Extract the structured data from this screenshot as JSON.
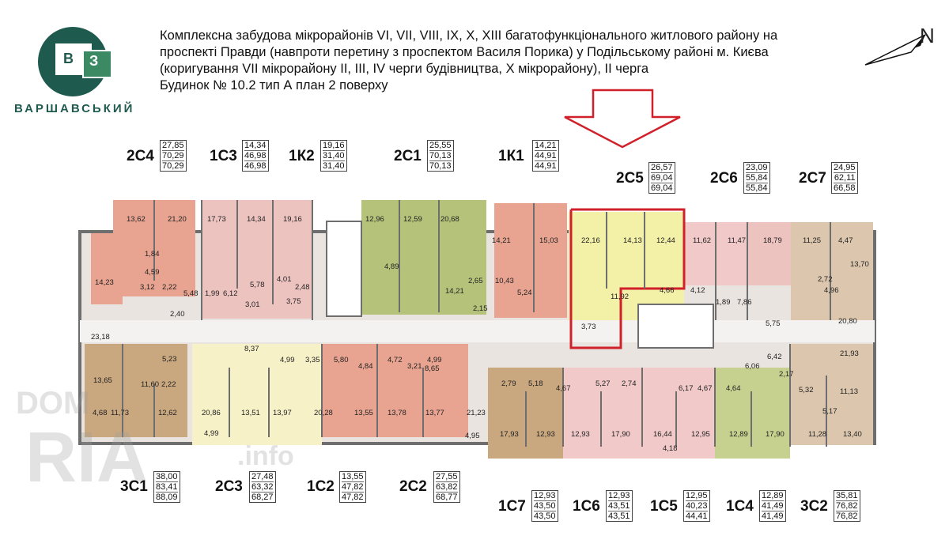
{
  "logo": {
    "initials_1": "В",
    "initials_2": "З",
    "name": "ВАРШАВСЬКИЙ"
  },
  "title_lines": [
    "Комплексна забудова мікрорайонів VI, VII, VIII, IX, X, XIII багатофункціонального житлового району на",
    "проспекті Правди (навпроти перетину з проспектом Василя Порика) у Подільському районі м. Києва",
    "(коригування VII мікрорайону II, III, IV черги будівництва, X мікрорайону), II черга",
    "Будинок № 10.2   тип А   план 2 поверху"
  ],
  "compass_label": "N",
  "watermark": {
    "line1": "DOM",
    "line2": "RIA",
    "line3": ".info"
  },
  "apartments": [
    {
      "code": "2С4",
      "areas": [
        "27,85",
        "70,29",
        "70,29"
      ]
    },
    {
      "code": "1С3",
      "areas": [
        "14,34",
        "46,98",
        "46,98"
      ]
    },
    {
      "code": "1К2",
      "areas": [
        "19,16",
        "31,40",
        "31,40"
      ]
    },
    {
      "code": "2С1",
      "areas": [
        "25,55",
        "70,13",
        "70,13"
      ]
    },
    {
      "code": "1К1",
      "areas": [
        "14,21",
        "44,91",
        "44,91"
      ]
    },
    {
      "code": "2С5",
      "areas": [
        "26,57",
        "69,04",
        "69,04"
      ]
    },
    {
      "code": "2С6",
      "areas": [
        "23,09",
        "55,84",
        "55,84"
      ]
    },
    {
      "code": "2С7",
      "areas": [
        "24,95",
        "62,11",
        "66,58"
      ]
    },
    {
      "code": "3С1",
      "areas": [
        "38,00",
        "83,41",
        "88,09"
      ]
    },
    {
      "code": "2С3",
      "areas": [
        "27,48",
        "63,32",
        "68,27"
      ]
    },
    {
      "code": "1С2",
      "areas": [
        "13,55",
        "47,82",
        "47,82"
      ]
    },
    {
      "code": "2С2",
      "areas": [
        "27,55",
        "63,82",
        "68,77"
      ]
    },
    {
      "code": "1С7",
      "areas": [
        "12,93",
        "43,50",
        "43,50"
      ]
    },
    {
      "code": "1С6",
      "areas": [
        "12,93",
        "43,51",
        "43,51"
      ]
    },
    {
      "code": "1С5",
      "areas": [
        "12,95",
        "40,23",
        "44,41"
      ]
    },
    {
      "code": "1С4",
      "areas": [
        "12,89",
        "41,49",
        "41,49"
      ]
    },
    {
      "code": "3С2",
      "areas": [
        "35,81",
        "76,82",
        "76,82"
      ]
    }
  ],
  "room_labels": [
    "13,62",
    "21,20",
    "17,73",
    "14,34",
    "19,16",
    "12,96",
    "12,59",
    "20,68",
    "14,21",
    "15,03",
    "22,16",
    "14,13",
    "12,44",
    "11,62",
    "11,47",
    "18,79",
    "11,25",
    "4,47",
    "13,70",
    "1,84",
    "4,59",
    "14,23",
    "3,12",
    "2,22",
    "5,48",
    "1,99",
    "6,12",
    "5,78",
    "3,01",
    "4,01",
    "2,48",
    "3,75",
    "4,89",
    "2,65",
    "14,21",
    "2,15",
    "10,43",
    "5,24",
    "11,92",
    "3,73",
    "4,66",
    "4,12",
    "1,89",
    "7,86",
    "2,72",
    "4,96",
    "5,75",
    "20,80",
    "2,40",
    "23,18",
    "5,23",
    "8,37",
    "4,99",
    "3,35",
    "5,80",
    "4,84",
    "4,72",
    "3,21",
    "4,99",
    "8,65",
    "6,42",
    "6,06",
    "2,17",
    "21,93",
    "13,65",
    "11,60",
    "2,22",
    "2,79",
    "5,18",
    "4,67",
    "5,27",
    "2,74",
    "6,17",
    "4,67",
    "4,64",
    "5,32",
    "11,13",
    "4,68",
    "11,73",
    "12,62",
    "20,86",
    "13,51",
    "13,97",
    "20,28",
    "13,55",
    "13,78",
    "13,77",
    "21,23",
    "17,93",
    "12,93",
    "12,93",
    "17,90",
    "16,44",
    "12,95",
    "12,89",
    "17,90",
    "5,17",
    "11,28",
    "13,40",
    "4,99",
    "4,95",
    "4,18"
  ],
  "colors": {
    "salmon": "#e8a491",
    "rose": "#edc3c0",
    "olive": "#b5c27a",
    "yellow": "#f3f0a8",
    "pale_yellow": "#f7f1c8",
    "tan": "#dcc7ae",
    "pink": "#f1c9c9",
    "green": "#c7d18f",
    "wall": "#6e6e6e",
    "accent_red": "#d0202a"
  }
}
